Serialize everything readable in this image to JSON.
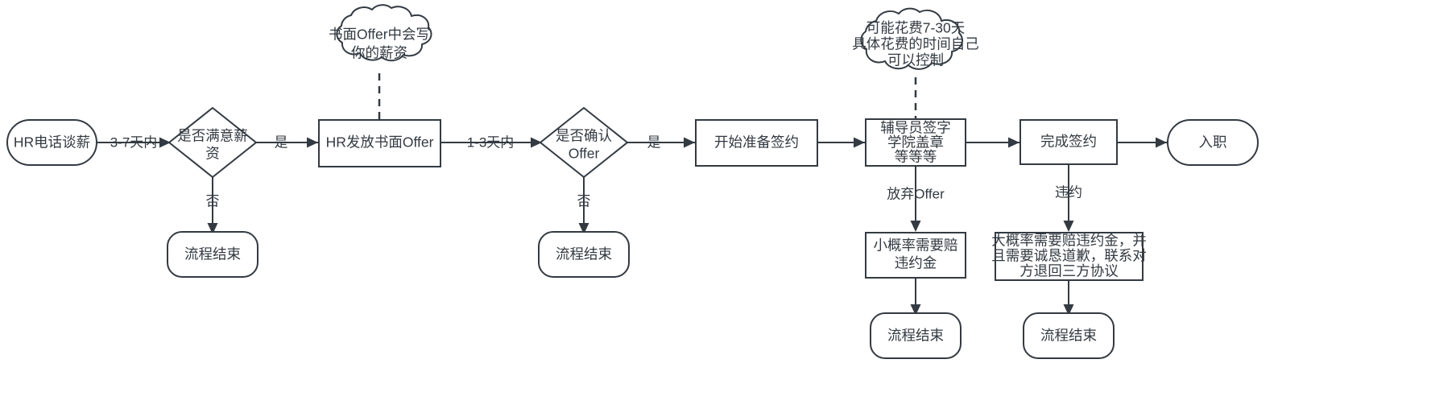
{
  "diagram": {
    "title": "Offer 签约流程图",
    "type": "flowchart",
    "direction": "left-to-right",
    "colors": {
      "stroke": "#333A42",
      "fill": "#ffffff",
      "text": "#333A42",
      "background": "#ffffff"
    },
    "nodes": [
      {
        "id": "start",
        "shape": "stadium",
        "lines": [
          "HR电话谈薪"
        ]
      },
      {
        "id": "d1",
        "shape": "diamond",
        "lines": [
          "是否满意薪",
          "资"
        ]
      },
      {
        "id": "end1",
        "shape": "stadium",
        "lines": [
          "流程结束"
        ]
      },
      {
        "id": "offer",
        "shape": "rect",
        "lines": [
          "HR发放书面Offer"
        ]
      },
      {
        "id": "cloud1",
        "shape": "cloud",
        "lines": [
          "书面Offer中会写",
          "你的薪资"
        ]
      },
      {
        "id": "d2",
        "shape": "diamond",
        "lines": [
          "是否确认",
          "Offer"
        ]
      },
      {
        "id": "end2",
        "shape": "stadium",
        "lines": [
          "流程结束"
        ]
      },
      {
        "id": "prep",
        "shape": "rect",
        "lines": [
          "开始准备签约"
        ]
      },
      {
        "id": "sign",
        "shape": "rect",
        "lines": [
          "辅导员签字",
          "学院盖章",
          "等等等"
        ]
      },
      {
        "id": "cloud2",
        "shape": "cloud",
        "lines": [
          "可能花费7-30天",
          "具体花费的时间自己",
          "可以控制"
        ]
      },
      {
        "id": "done",
        "shape": "rect",
        "lines": [
          "完成签约"
        ]
      },
      {
        "id": "onboard",
        "shape": "stadium",
        "lines": [
          "入职"
        ]
      },
      {
        "id": "smallpay",
        "shape": "rect",
        "lines": [
          "小概率需要赔",
          "违约金"
        ]
      },
      {
        "id": "bigpay",
        "shape": "rect",
        "lines": [
          "大概率需要赔违约金，并",
          "且需要诚恳道歉，联系对",
          "方退回三方协议"
        ]
      },
      {
        "id": "end3",
        "shape": "stadium",
        "lines": [
          "流程结束"
        ]
      },
      {
        "id": "end4",
        "shape": "stadium",
        "lines": [
          "流程结束"
        ]
      }
    ],
    "edges": [
      {
        "from": "start",
        "to": "d1",
        "label": "3-7天内"
      },
      {
        "from": "d1",
        "to": "offer",
        "label": "是"
      },
      {
        "from": "d1",
        "to": "end1",
        "label": "否"
      },
      {
        "from": "offer",
        "to": "d2",
        "label": "1-3天内"
      },
      {
        "from": "d2",
        "to": "prep",
        "label": "是"
      },
      {
        "from": "d2",
        "to": "end2",
        "label": "否"
      },
      {
        "from": "prep",
        "to": "sign",
        "label": ""
      },
      {
        "from": "sign",
        "to": "done",
        "label": ""
      },
      {
        "from": "done",
        "to": "onboard",
        "label": ""
      },
      {
        "from": "sign",
        "to": "smallpay",
        "label": "放弃Offer"
      },
      {
        "from": "done",
        "to": "bigpay",
        "label": "违约"
      },
      {
        "from": "smallpay",
        "to": "end3",
        "label": ""
      },
      {
        "from": "bigpay",
        "to": "end4",
        "label": ""
      },
      {
        "from": "cloud1",
        "to": "offer",
        "label": "",
        "style": "dashed"
      },
      {
        "from": "cloud2",
        "to": "sign",
        "label": "",
        "style": "dashed"
      }
    ],
    "labels": {
      "start": "HR电话谈薪",
      "d1_l1": "是否满意薪",
      "d1_l2": "资",
      "end1": "流程结束",
      "offer": "HR发放书面Offer",
      "cloud1_l1": "书面Offer中会写",
      "cloud1_l2": "你的薪资",
      "d2_l1": "是否确认",
      "d2_l2": "Offer",
      "end2": "流程结束",
      "prep": "开始准备签约",
      "sign_l1": "辅导员签字",
      "sign_l2": "学院盖章",
      "sign_l3": "等等等",
      "cloud2_l1": "可能花费7-30天",
      "cloud2_l2": "具体花费的时间自己",
      "cloud2_l3": "可以控制",
      "done": "完成签约",
      "onboard": "入职",
      "smallpay_l1": "小概率需要赔",
      "smallpay_l2": "违约金",
      "bigpay_l1": "大概率需要赔违约金，并",
      "bigpay_l2": "且需要诚恳道歉，联系对",
      "bigpay_l3": "方退回三方协议",
      "end3": "流程结束",
      "end4": "流程结束",
      "e_start_d1": "3-7天内",
      "e_d1_yes": "是",
      "e_d1_no": "否",
      "e_offer_d2": "1-3天内",
      "e_d2_yes": "是",
      "e_d2_no": "否",
      "e_sign_give_up": "放弃Offer",
      "e_done_breach": "违约"
    }
  }
}
